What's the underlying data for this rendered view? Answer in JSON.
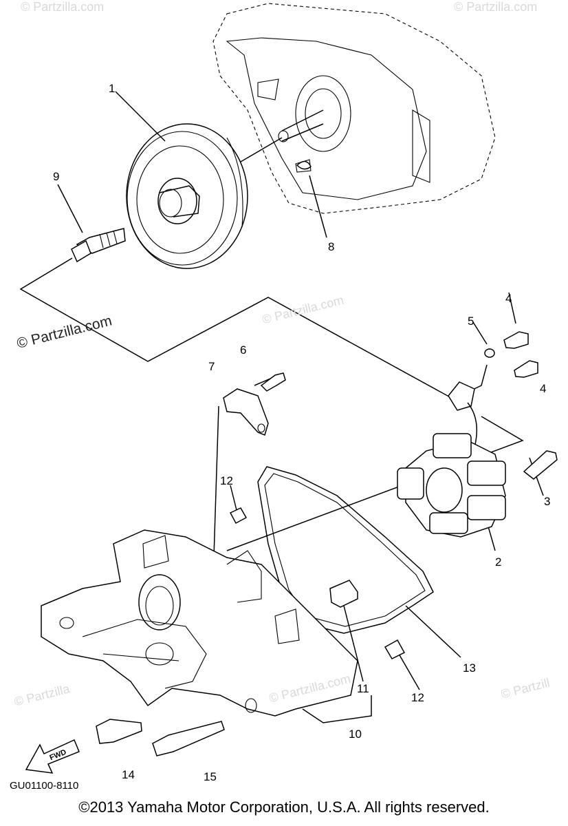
{
  "watermark": {
    "main": "© Partzilla.com",
    "faint": [
      "© Partzilla.com",
      "© Partzilla.com",
      "© Partzilla",
      "© Partzill",
      "© Partzilla.com",
      "© Partzilla.com"
    ]
  },
  "callouts": [
    "1",
    "9",
    "8",
    "4",
    "5",
    "6",
    "7",
    "4",
    "12",
    "3",
    "2",
    "13",
    "11",
    "12",
    "10",
    "14",
    "15"
  ],
  "fwd_label": "FWD",
  "diagram_code": "GU01100-8110",
  "copyright": "©2013  Yamaha Motor Corporation, U.S.A. All rights reserved."
}
